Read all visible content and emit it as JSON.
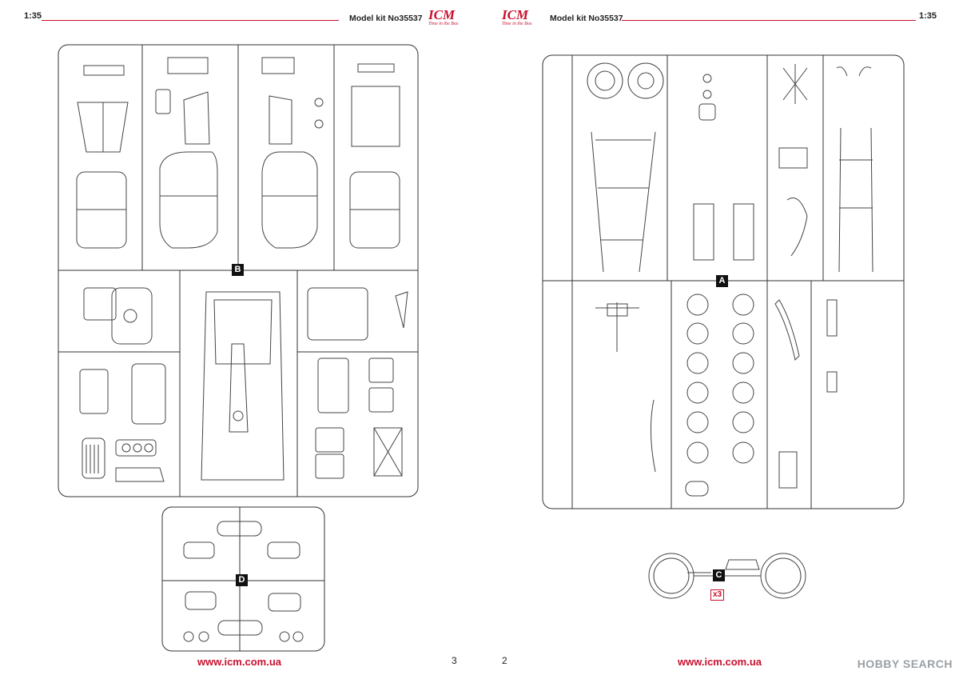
{
  "left_page": {
    "scale": "1:35",
    "kit_label": "Model kit No35537",
    "url": "www.icm.com.ua",
    "page_number": "3",
    "sprue_labels": [
      "B",
      "D"
    ]
  },
  "right_page": {
    "scale": "1:35",
    "kit_label": "Model kit No35537",
    "url": "www.icm.com.ua",
    "page_number": "2",
    "sprue_labels": [
      "A",
      "C"
    ],
    "quantity_badge": "x3"
  },
  "logo": {
    "text": "ICM",
    "tagline": "Time in the Box"
  },
  "watermark": {
    "text": "HOBBY SEARCH"
  },
  "colors": {
    "accent": "#c8102e"
  }
}
